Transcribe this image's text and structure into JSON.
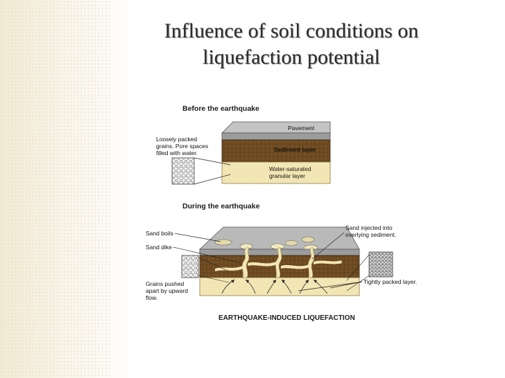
{
  "slide": {
    "title_line1": "Influence of soil conditions on",
    "title_line2": "liquefaction potential"
  },
  "figure": {
    "before": {
      "heading": "Before the earthquake",
      "pavement": "Pavement",
      "sediment": "Sediment layer",
      "water_line1": "Water-saturated",
      "water_line2": "granular layer",
      "grains_line1": "Loosely packed",
      "grains_line2": "grains. Pore spaces",
      "grains_line3": "filled with water."
    },
    "during": {
      "heading": "During the earthquake",
      "sand_boils": "Sand boils",
      "sand_dike": "Sand dike",
      "pushed_line1": "Grains pushed",
      "pushed_line2": "apart by upward",
      "pushed_line3": "flow.",
      "injected_line1": "Sand injected into",
      "injected_line2": "overlying sediment.",
      "tight": "Tightly packed layer."
    },
    "caption": "EARTHQUAKE-INDUCED LIQUEFACTION"
  },
  "colors": {
    "pavement": "#9c9c9c",
    "pavement_top": "#c4c4c4",
    "sediment": "#6d4a21",
    "sand": "#f2e6b4"
  }
}
